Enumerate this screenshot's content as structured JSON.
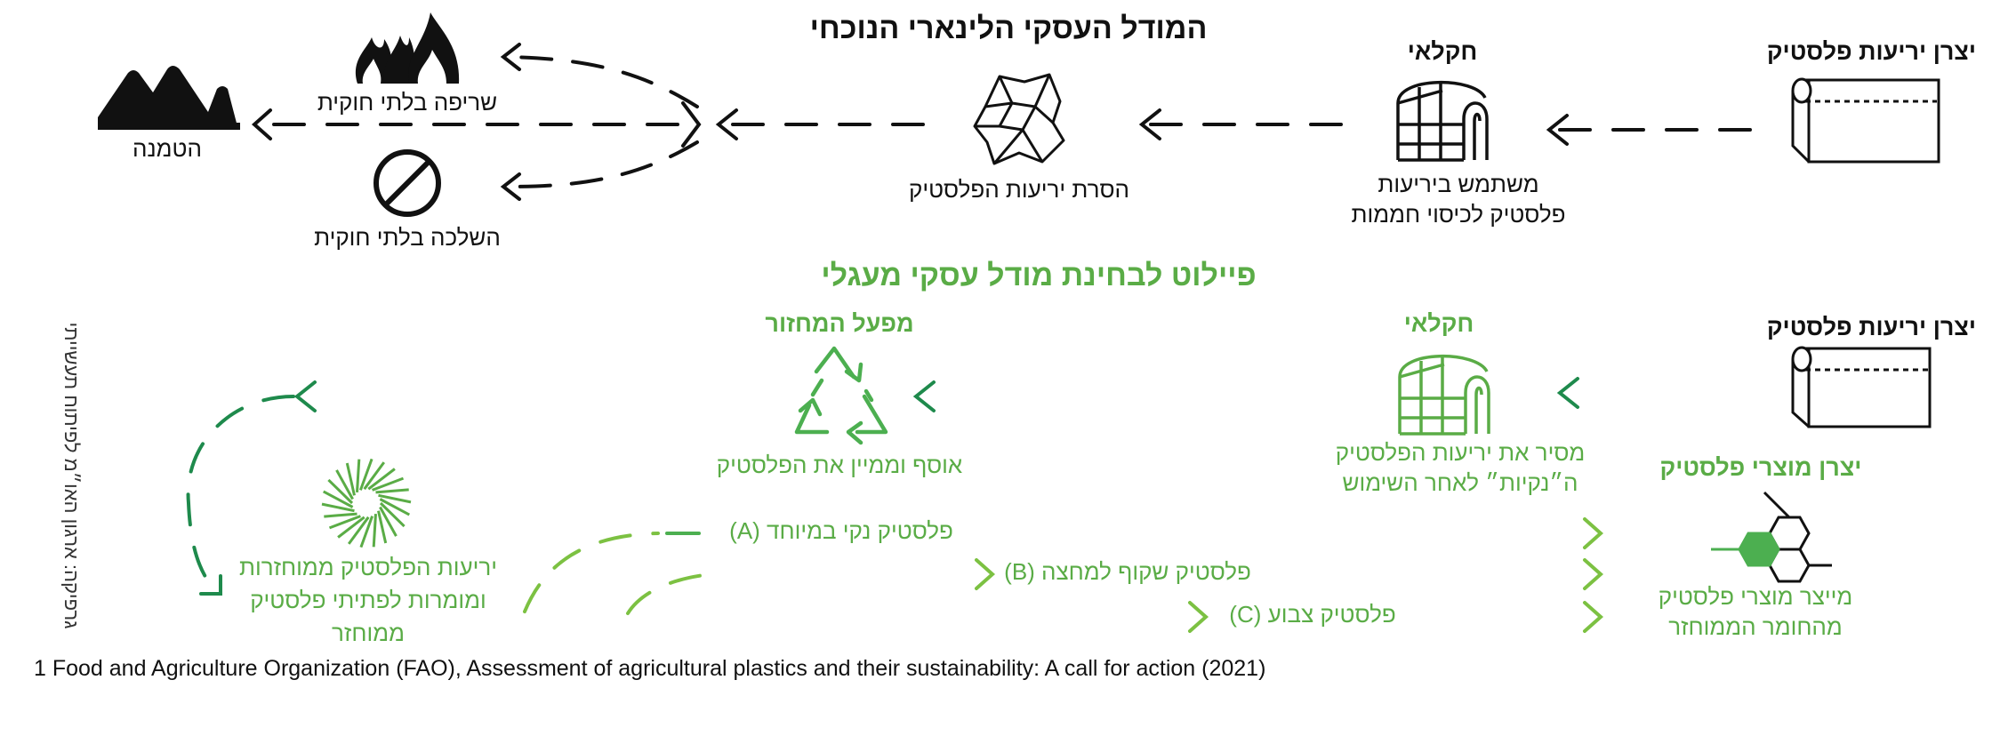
{
  "linear": {
    "title": "המודל העסקי הלינארי הנוכחי",
    "producer_title": "יצרן יריעות פלסטיק",
    "farmer_title": "חקלאי",
    "farmer_desc_1": "משתמש ביריעות",
    "farmer_desc_2": "פלסטיק לכיסוי חממות",
    "removal_label": "הסרת יריעות הפלסטיק",
    "burning_label": "שריפה בלתי חוקית",
    "dumping_label": "השלכה בלתי חוקית",
    "landfill_label": "הטמנה"
  },
  "pilot": {
    "title": "פיילוט לבחינת מודל עסקי מעגלי",
    "producer_title": "יצרן יריעות פלסטיק",
    "farmer_title": "חקלאי",
    "farmer_desc_1": "מסיר את יריעות הפלסטיק",
    "farmer_desc_2": "ה״נקיות״ לאחר השימוש",
    "recycler_title": "מפעל המחזור",
    "recycler_desc": "אוסף וממיין את הפלסטיק",
    "pellets_desc": "יריעות הפלסטיק ממוחזרות ומומרות לפתיתי פלסטיק ממוחזר",
    "manufacturer_title": "יצרן מוצרי פלסטיק",
    "manufacturer_desc_1": "מייצר מוצרי פלסטיק",
    "manufacturer_desc_2": "מהחומר הממוחזר",
    "stream_a": "פלסטיק נקי במיוחד (A)",
    "stream_b": "פלסטיק שקוף למחצה (B)",
    "stream_c": "פלסטיק צבוע (C)"
  },
  "credit": "גרפיקה: ארגון האו״מ לפיתוח תעשייתי",
  "footnote": "1 Food and Agriculture Organization (FAO), Assessment of agricultural plastics and their sustainability: A call for action (2021)",
  "colors": {
    "black": "#111111",
    "green_light": "#7cc142",
    "green_mid": "#4caf50",
    "green_dark": "#1e8a4c"
  },
  "icons": [
    "plastic-roll-icon",
    "greenhouse-icon",
    "crumpled-plastic-icon",
    "fire-icon",
    "prohibited-icon",
    "landfill-icon",
    "recycle-icon",
    "pellet-burst-icon",
    "molecule-icon"
  ]
}
